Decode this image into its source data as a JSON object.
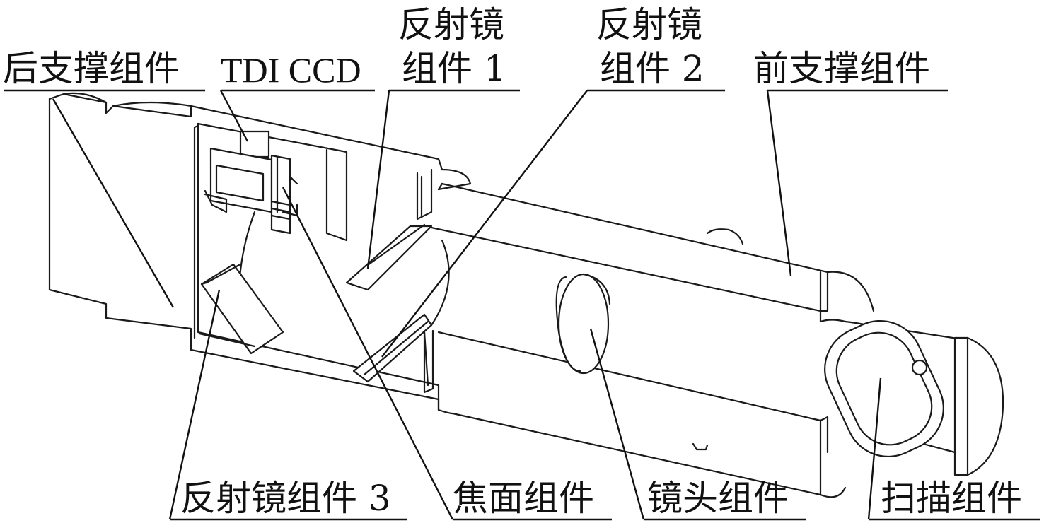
{
  "labels": {
    "rear_support": "后支撑组件",
    "tdi_ccd": "TDI CCD",
    "mirror1_line1": "反射镜",
    "mirror1_line2": "组件 1",
    "mirror2_line1": "反射镜",
    "mirror2_line2": "组件 2",
    "front_support": "前支撑组件",
    "mirror3": "反射镜组件 3",
    "focal_plane": "焦面组件",
    "lens": "镜头组件",
    "scan": "扫描组件"
  }
}
